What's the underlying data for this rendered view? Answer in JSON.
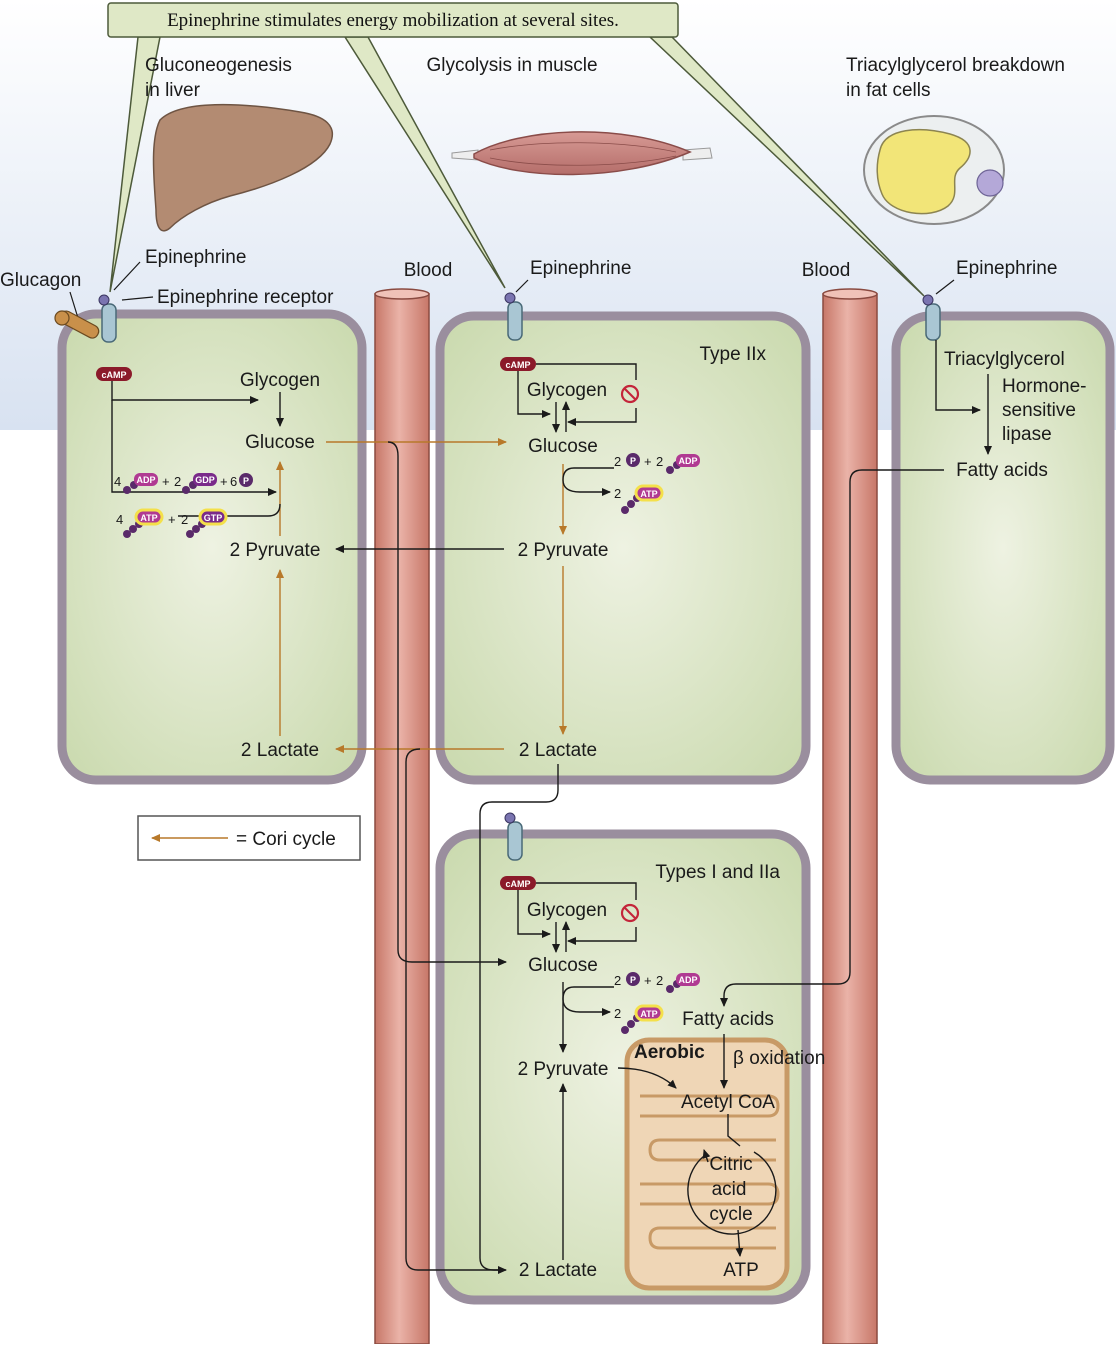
{
  "callout": "Epinephrine stimulates energy mobilization at several sites.",
  "headers": {
    "liver": [
      "Gluconeogenesis",
      "in liver"
    ],
    "muscle": "Glycolysis in muscle",
    "fat": [
      "Triacylglycerol breakdown",
      "in fat cells"
    ]
  },
  "labels": {
    "glucagon": "Glucagon",
    "epinephrine": "Epinephrine",
    "receptor": "Epinephrine receptor",
    "blood": "Blood",
    "camp": "cAMP",
    "glycogen": "Glycogen",
    "glucose": "Glucose",
    "pyruvate": "2 Pyruvate",
    "lactate": "2 Lactate",
    "type_iix": "Type IIx",
    "types_i_iia": "Types I and IIa",
    "triacylglycerol": "Triacylglycerol",
    "lipase": [
      "Hormone-",
      "sensitive",
      "lipase"
    ],
    "fatty_acids": "Fatty acids",
    "aerobic": "Aerobic",
    "beta_ox": "β oxidation",
    "acetyl_coa": "Acetyl CoA",
    "citric": [
      "Citric",
      "acid",
      "cycle"
    ],
    "atp_out": "ATP",
    "legend": "= Cori cycle"
  },
  "cofactors": {
    "adp": "ADP",
    "gdp": "GDP",
    "atp": "ATP",
    "gtp": "GTP",
    "pi": "P",
    "n4": "4",
    "n2": "2",
    "n6": "6",
    "n2b": "2",
    "n4b": "4",
    "n2c": "2",
    "plus": "+",
    "m2a": "2",
    "m2b": "2",
    "m2c": "2"
  },
  "colors": {
    "cori": "#b8792a",
    "cell_fill": "#dfe8cf",
    "membrane": "#9a8e9e",
    "blood": "#e2a49a",
    "camp": "#8b1a2a",
    "adp": "#b03a92",
    "gdp": "#7a2a8a",
    "atp_glow": "#f4e04a",
    "receptor": "#a9c6d3"
  }
}
